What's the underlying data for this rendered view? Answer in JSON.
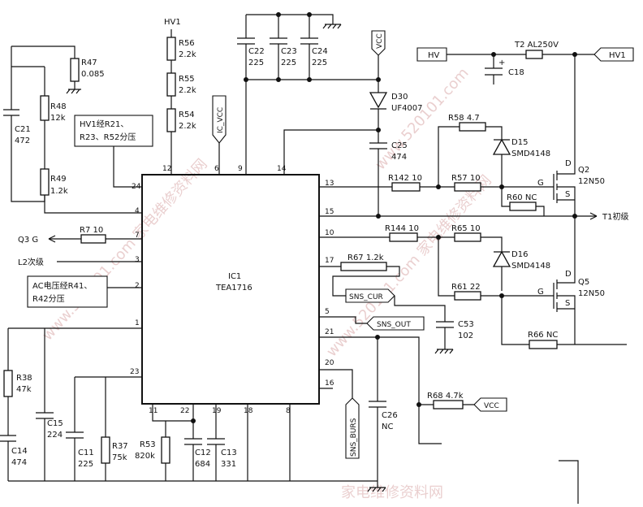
{
  "ic": {
    "designator": "IC1",
    "part": "TEA1716"
  },
  "pins": {
    "p1": "1",
    "p2": "2",
    "p3": "3",
    "p4": "4",
    "p5": "5",
    "p6": "6",
    "p7": "7",
    "p8": "8",
    "p9": "9",
    "p10": "10",
    "p11": "11",
    "p12": "12",
    "p13": "13",
    "p14": "14",
    "p15": "15",
    "p16": "16",
    "p17": "17",
    "p18": "18",
    "p19": "19",
    "p20": "20",
    "p21": "21",
    "p22": "22",
    "p23": "23",
    "p24": "24"
  },
  "labels": {
    "hv1_top": "HV1",
    "ic_vcc": "IC_VCC",
    "vcc_top": "VCC",
    "vcc_r68": "VCC",
    "hv_in": "HV",
    "hv1_out": "HV1",
    "t2": "T2 AL250V",
    "q3g": "Q3 G",
    "l2": "L2次级",
    "t1": "T1初级",
    "sns_cur": "SNS_CUR",
    "sns_out": "SNS_OUT",
    "sns_burs": "SNS_BURS",
    "note_hv1_a": "HV1经R21、",
    "note_hv1_b": "R23、R52分压",
    "note_ac_a": "AC电压经R41、",
    "note_ac_b": "R42分压",
    "g1": "G",
    "d1": "D",
    "s1": "S",
    "g2": "G",
    "d2": "D",
    "s2": "S"
  },
  "components": {
    "r47_n": "R47",
    "r47_v": "0.085",
    "c21_n": "C21",
    "c21_v": "472",
    "r48_n": "R48",
    "r48_v": "12k",
    "r49_n": "R49",
    "r49_v": "1.2k",
    "r56_n": "R56",
    "r56_v": "2.2k",
    "r55_n": "R55",
    "r55_v": "2.2k",
    "r54_n": "R54",
    "r54_v": "2.2k",
    "c22_n": "C22",
    "c22_v": "225",
    "c23_n": "C23",
    "c23_v": "225",
    "c24_n": "C24",
    "c24_v": "225",
    "d30_n": "D30",
    "d30_v": "UF4007",
    "c25_n": "C25",
    "c25_v": "474",
    "c18": "C18",
    "r58": "R58 4.7",
    "d15_n": "D15",
    "d15_v": "SMD4148",
    "q2_n": "Q2",
    "q2_v": "12N50",
    "r142": "R142 10",
    "r57": "R57 10",
    "r60": "R60 NC",
    "r144": "R144 10",
    "r65": "R65 10",
    "d16_n": "D16",
    "d16_v": "SMD4148",
    "q5_n": "Q5",
    "q5_v": "12N50",
    "r61": "R61 22",
    "r66": "R66 NC",
    "r67": "R67 1.2k",
    "c53_n": "C53",
    "c53_v": "102",
    "r7": "R7 10",
    "r38_n": "R38",
    "r38_v": "47k",
    "c14_n": "C14",
    "c14_v": "474",
    "c15_n": "C15",
    "c15_v": "224",
    "c11_n": "C11",
    "c11_v": "225",
    "r37_n": "R37",
    "r37_v": "75k",
    "r53_n": "R53",
    "r53_v": "820k",
    "c12_n": "C12",
    "c12_v": "684",
    "c13_n": "C13",
    "c13_v": "331",
    "c26_n": "C26",
    "c26_v": "NC",
    "r68": "R68 4.7k"
  },
  "watermarks": {
    "wm1": "www.520101.com 家电维修资料网",
    "wm2": "www.520101.com 家电维修资料网",
    "wm3": "www.520101.com",
    "wm4": "家电维修资料网"
  }
}
